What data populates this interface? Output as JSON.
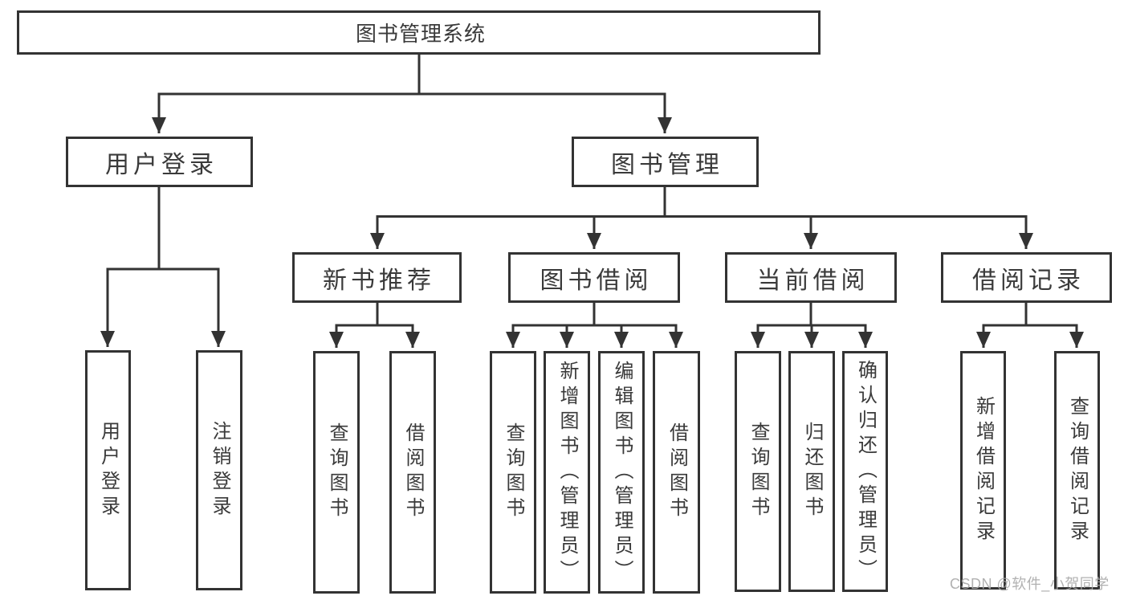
{
  "tree": {
    "root": {
      "label": "图书管理系统"
    },
    "branches": [
      {
        "label": "用户登录",
        "children": [
          "用户登录",
          "注销登录"
        ]
      },
      {
        "label": "图书管理",
        "sections": [
          {
            "label": "新书推荐",
            "children": [
              "查询图书",
              "借阅图书"
            ]
          },
          {
            "label": "图书借阅",
            "children": [
              "查询图书",
              "新增图书（管理员）",
              "编辑图书（管理员）",
              "借阅图书"
            ]
          },
          {
            "label": "当前借阅",
            "children": [
              "查询图书",
              "归还图书",
              "确认归还（管理员）"
            ]
          },
          {
            "label": "借阅记录",
            "children": [
              "新增借阅记录",
              "查询借阅记录"
            ]
          }
        ]
      }
    ]
  },
  "watermark": {
    "text": "CSDN @软件_小贺同学"
  },
  "colors": {
    "line": "#333333",
    "text": "#3a3a3a",
    "watermark": "#a8a8a8"
  }
}
